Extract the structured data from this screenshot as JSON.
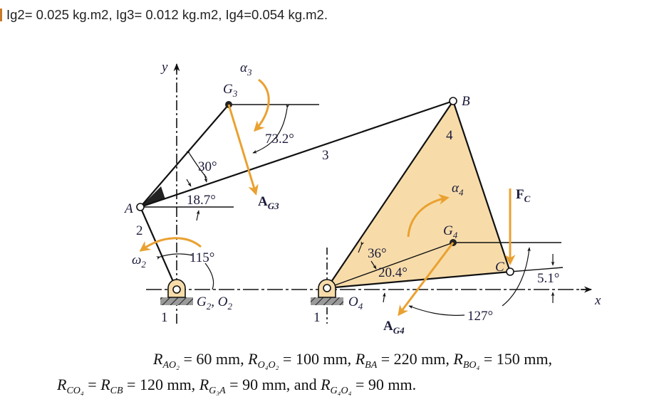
{
  "header": {
    "text": "Ig2= 0.025 kg.m2, Ig3= 0.012 kg.m2, Ig4=0.054 kg.m2."
  },
  "colors": {
    "link_fill": "#f7dcaa",
    "orange_arrow": "#eaa130",
    "line": "#111111",
    "label": "#1b1b3a",
    "ground_hatch": "#9a9a9a"
  },
  "diagram": {
    "labels": {
      "y_axis": "y",
      "x_axis": "x",
      "point_A": "A",
      "point_B": "B",
      "point_C": "C",
      "G3": "G",
      "G3_sub": "3",
      "G4": "G",
      "G4_sub": "4",
      "ground_left": "G",
      "ground_left_sub1": "2",
      "ground_left_sep": ", O",
      "ground_left_sub2": "2",
      "ground_right": "O",
      "ground_right_sub": "4",
      "link_1_left": "1",
      "link_1_right": "1",
      "link_2": "2",
      "link_3": "3",
      "link_4": "4",
      "alpha3": "α",
      "alpha3_sub": "3",
      "alpha4": "α",
      "alpha4_sub": "4",
      "omega2": "ω",
      "omega2_sub": "2",
      "AG3": "A",
      "AG3_sub": "G3",
      "AG4": "A",
      "AG4_sub": "G4",
      "FC": "F",
      "FC_sub": "C"
    },
    "angles": {
      "a_73_2": "73.2°",
      "a_30": "30°",
      "a_18_7": "18.7°",
      "a_115": "115°",
      "a_36": "36°",
      "a_20_4": "20.4°",
      "a_127": "127°",
      "a_5_1": "5.1°"
    }
  },
  "given": {
    "line1": [
      {
        "sym": "R",
        "sub": "AO₂",
        "val": " = 60 mm, "
      },
      {
        "sym": "R",
        "sub": "O₄O₂",
        "val": " = 100 mm, "
      },
      {
        "sym": "R",
        "sub": "BA",
        "val": " = 220 mm, "
      },
      {
        "sym": "R",
        "sub": "BO₄",
        "val": " = 150 mm,"
      }
    ],
    "line2": [
      {
        "sym": "R",
        "sub": "CO₄",
        "val": " = "
      },
      {
        "sym": "R",
        "sub": "CB",
        "val": " = 120 mm, "
      },
      {
        "sym": "R",
        "sub": "G₃A",
        "val": " = 90 mm, and "
      },
      {
        "sym": "R",
        "sub": "G₄O₄",
        "val": " = 90 mm."
      }
    ]
  }
}
